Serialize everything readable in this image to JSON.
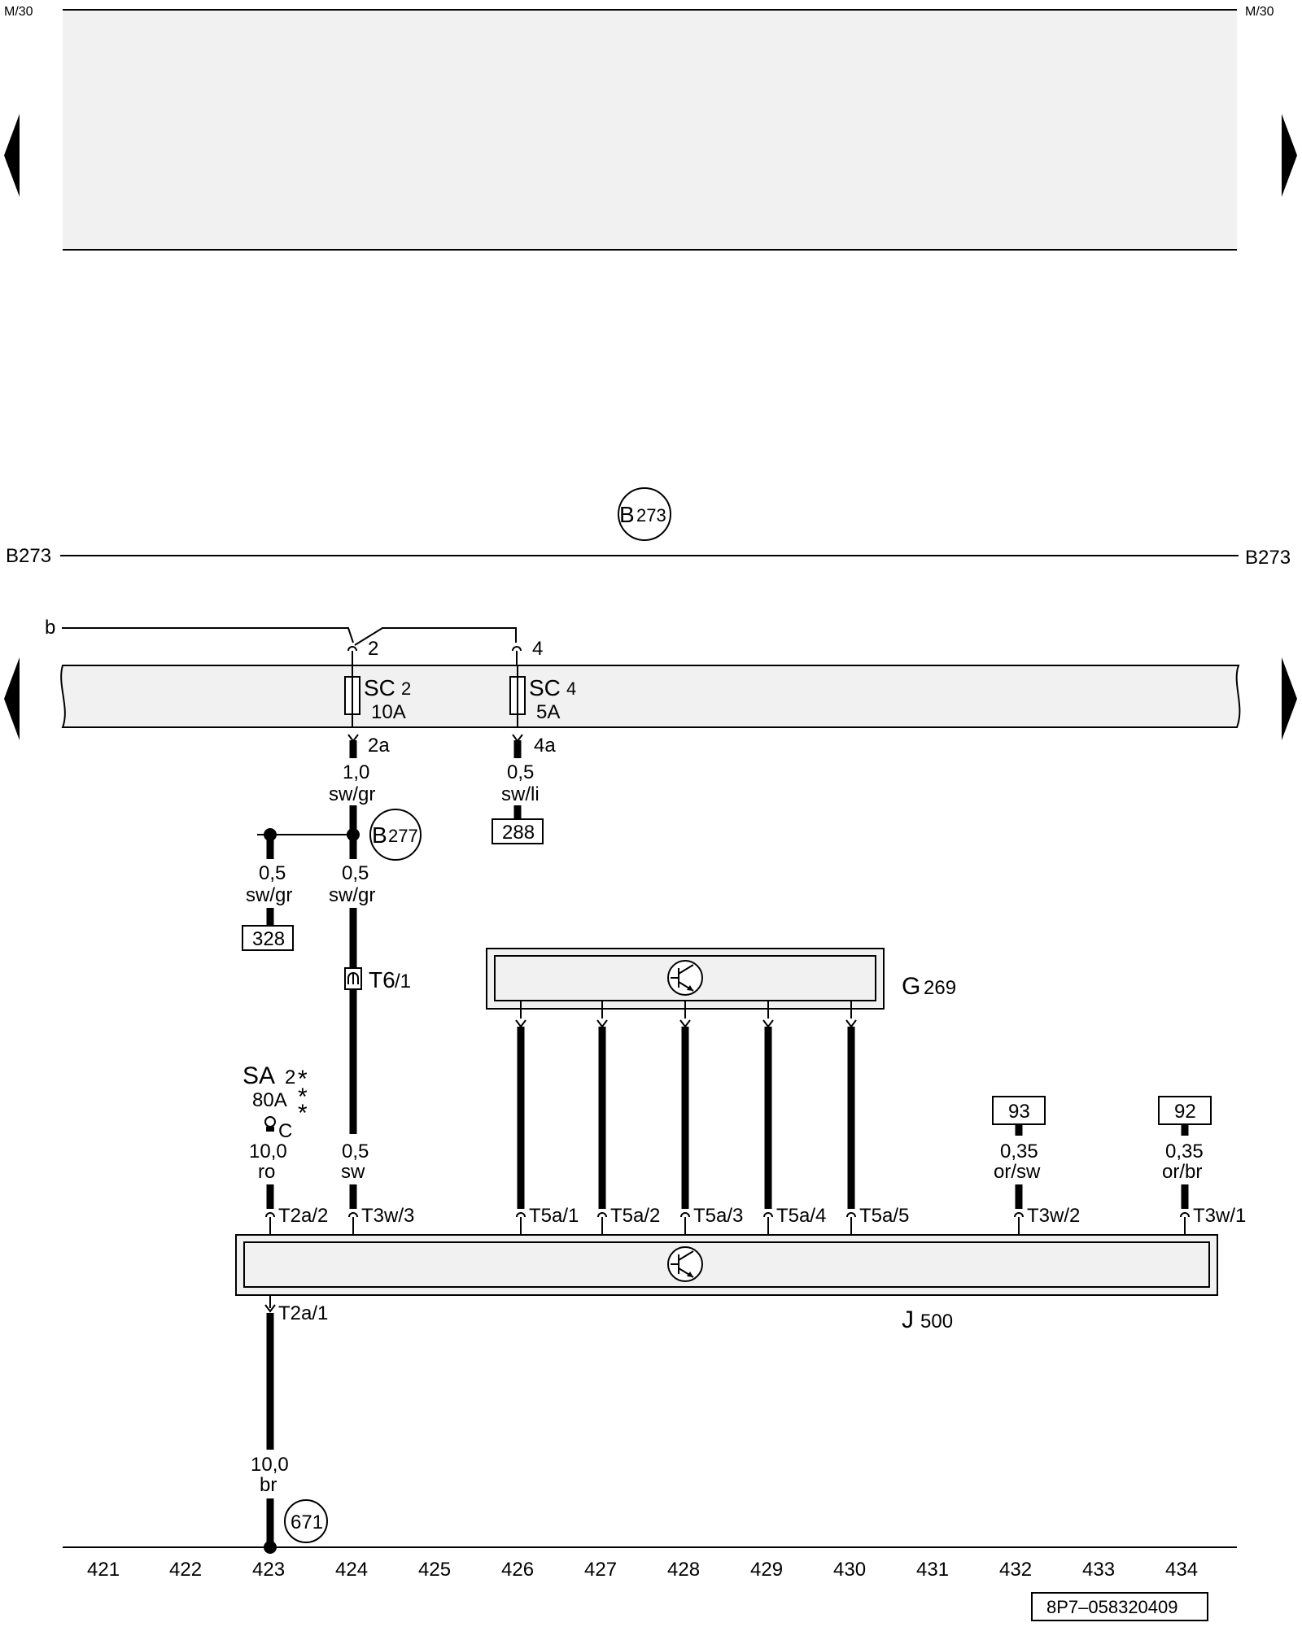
{
  "header": {
    "ref_left": "M/30",
    "ref_right": "M/30"
  },
  "bus": {
    "left_label": "B273",
    "right_label": "B273",
    "circle_label_main": "B",
    "circle_label_sub": "273"
  },
  "wire_b": {
    "label": "b"
  },
  "fuses": [
    {
      "name_main": "SC",
      "name_sub": "2",
      "rating": "10A",
      "pin_in": "2",
      "pin_out": "2a"
    },
    {
      "name_main": "SC",
      "name_sub": "4",
      "rating": "5A",
      "pin_in": "4",
      "pin_out": "4a"
    }
  ],
  "splice": {
    "label_main": "B",
    "label_sub": "277"
  },
  "wires": {
    "sc2_out": {
      "size": "1,0",
      "color": "sw/gr"
    },
    "sc4_out": {
      "size": "0,5",
      "color": "sw/li"
    },
    "branch_left": {
      "size": "0,5",
      "color": "sw/gr"
    },
    "branch_right": {
      "size": "0,5",
      "color": "sw/gr"
    },
    "t3w3": {
      "size": "0,5",
      "color": "sw"
    },
    "sa2": {
      "size": "10,0",
      "color": "ro"
    },
    "t3w2": {
      "size": "0,35",
      "color": "or/sw"
    },
    "t3w1": {
      "size": "0,35",
      "color": "or/br"
    },
    "ground": {
      "size": "10,0",
      "color": "br"
    }
  },
  "refs": {
    "r288": "288",
    "r328": "328",
    "r93": "93",
    "r92": "92",
    "ground_circle": "671"
  },
  "connector_t6": {
    "label_main": "T6",
    "label_sub": "/1"
  },
  "fuse_sa2": {
    "name_main": "SA",
    "name_sub": "2",
    "rating": "80A",
    "stars": "*",
    "connector": "C"
  },
  "g269": {
    "label_main": "G",
    "label_sub": "269"
  },
  "j500": {
    "label_main": "J",
    "label_sub": "500"
  },
  "pins": {
    "t2a2": "T2a/2",
    "t3w3": "T3w/3",
    "t5a1": "T5a/1",
    "t5a2": "T5a/2",
    "t5a3": "T5a/3",
    "t5a4": "T5a/4",
    "t5a5": "T5a/5",
    "t3w2": "T3w/2",
    "t3w1": "T3w/1",
    "t2a1": "T2a/1"
  },
  "columns": [
    "421",
    "422",
    "423",
    "424",
    "425",
    "426",
    "427",
    "428",
    "429",
    "430",
    "431",
    "432",
    "433",
    "434"
  ],
  "footer": {
    "doc_code": "8P7–058320409"
  },
  "icons": {
    "nav_left": "triangle-left-icon",
    "nav_right": "triangle-right-icon",
    "transistor": "transistor-icon",
    "ground": "ground-icon"
  }
}
